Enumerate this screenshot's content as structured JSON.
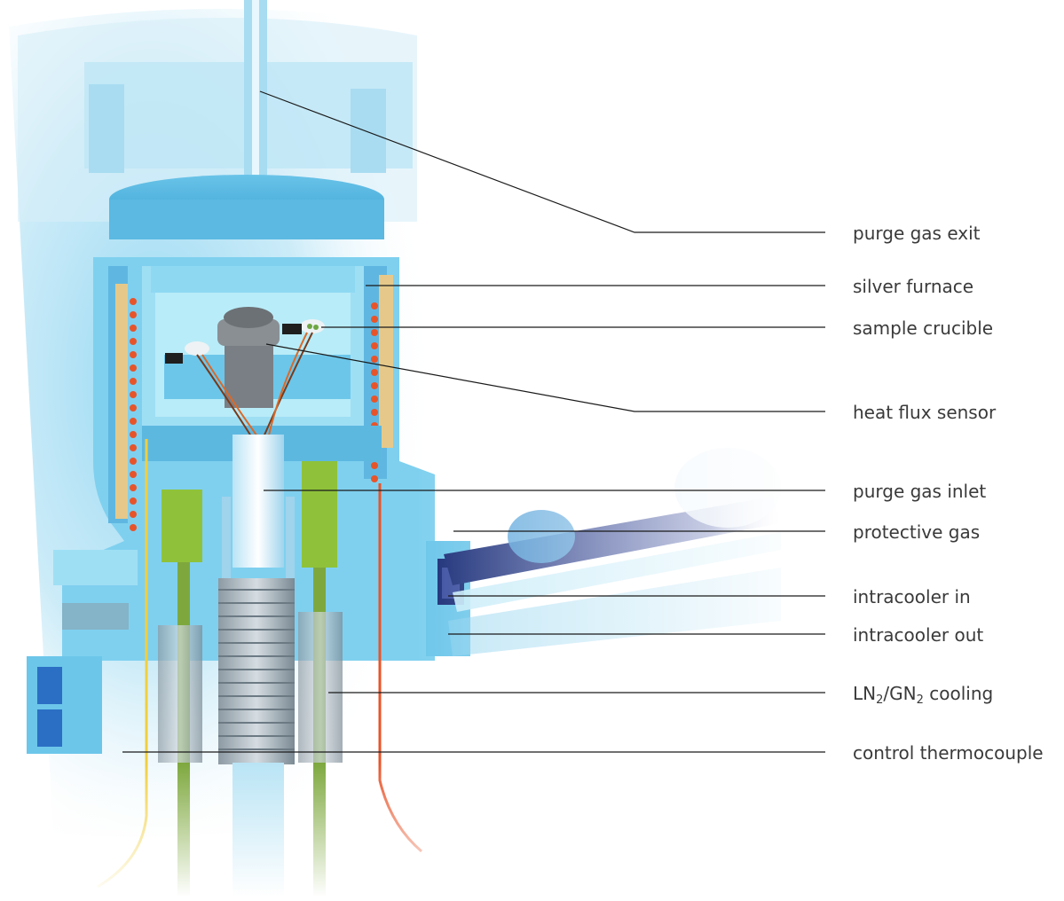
{
  "diagram": {
    "labels": {
      "purge_gas_exit": "purge gas exit",
      "silver_furnace": "silver furnace",
      "sample_crucible": "sample crucible",
      "heat_flux_sensor": "heat flux sensor",
      "purge_gas_inlet": "purge gas inlet",
      "protective_gas": "protective gas",
      "intracooler_in": "intracooler in",
      "intracooler_out": "intracooler out",
      "cooling": {
        "ln": "LN",
        "sub1": "2",
        "gn": "/GN",
        "sub2": "2",
        "tail": " cooling"
      },
      "control_thermocouple": "control thermocouple"
    },
    "colors": {
      "body_blue": "#7fd0ef",
      "deep_blue": "#49a9d8",
      "furnace_gold": "#e6c98a",
      "heater_coil": "#e8542a",
      "cooling_green": "#8fc23a",
      "coolant_navy": "#1c2f78",
      "leader_line": "#1a1a1a"
    }
  }
}
